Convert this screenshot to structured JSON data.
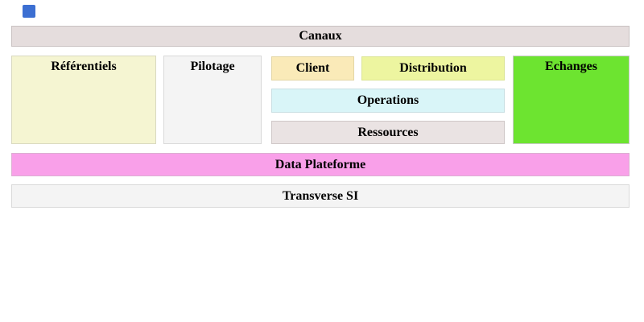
{
  "colors": {
    "logo_blue": "#3c6fd2",
    "default_border": "#cccccc",
    "canaux_bg": "#e5dddd",
    "canaux_border": "#c9c2c2",
    "referentiels_bg": "#f5f5d2",
    "referentiels_border": "#d9d9c0",
    "pilotage_bg": "#f4f4f4",
    "pilotage_border": "#d9d9d9",
    "client_bg": "#faeab8",
    "client_border": "#e3d6a5",
    "distribution_bg": "#edf5a0",
    "distribution_border": "#dce596",
    "operations_bg": "#d9f5f8",
    "operations_border": "#c9dfe3",
    "ressources_bg": "#eae3e3",
    "ressources_border": "#cfc8c8",
    "echanges_bg": "#6de430",
    "echanges_border": "#c9c9c9",
    "data_plateforme_bg": "#f9a0e9",
    "data_plateforme_border": "#dcaed2",
    "transverse_si_bg": "#f4f4f4",
    "transverse_si_border": "#d9d9d9"
  },
  "diagram": {
    "canaux": {
      "label": "Canaux"
    },
    "referentiels": {
      "label": "Référentiels"
    },
    "pilotage": {
      "label": "Pilotage"
    },
    "client": {
      "label": "Client"
    },
    "distribution": {
      "label": "Distribution"
    },
    "operations": {
      "label": "Operations"
    },
    "ressources": {
      "label": "Ressources"
    },
    "echanges": {
      "label": "Echanges"
    },
    "data_plateforme": {
      "label": "Data Plateforme"
    },
    "transverse_si": {
      "label": "Transverse SI"
    }
  }
}
